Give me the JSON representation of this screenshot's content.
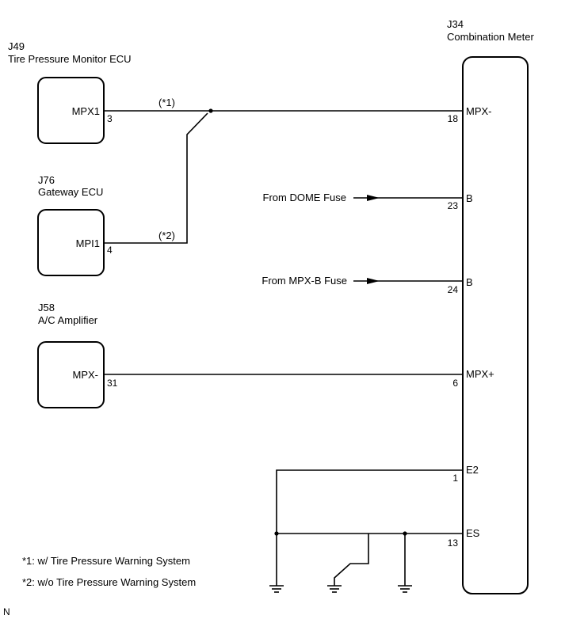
{
  "components": {
    "tpms_ecu": {
      "code": "J49",
      "name": "Tire Pressure Monitor ECU",
      "terminal": "MPX1",
      "pin": "3"
    },
    "gateway_ecu": {
      "code": "J76",
      "name": "Gateway ECU",
      "terminal": "MPI1",
      "pin": "4"
    },
    "ac_amplifier": {
      "code": "J58",
      "name": "A/C Amplifier",
      "terminal": "MPX-",
      "pin": "31"
    },
    "combination_meter": {
      "code": "J34",
      "name": "Combination Meter",
      "terminals": [
        {
          "name": "MPX-",
          "pin": "18"
        },
        {
          "name": "B",
          "pin": "23"
        },
        {
          "name": "B",
          "pin": "24"
        },
        {
          "name": "MPX+",
          "pin": "6"
        },
        {
          "name": "E2",
          "pin": "1"
        },
        {
          "name": "ES",
          "pin": "13"
        }
      ]
    }
  },
  "fuse_sources": [
    "From DOME Fuse",
    "From MPX-B Fuse"
  ],
  "wire_tags": {
    "w1": "(*1)",
    "w2": "(*2)"
  },
  "notes": [
    "*1: w/ Tire Pressure Warning System",
    "*2: w/o Tire Pressure Warning System"
  ],
  "corner_mark": "N"
}
